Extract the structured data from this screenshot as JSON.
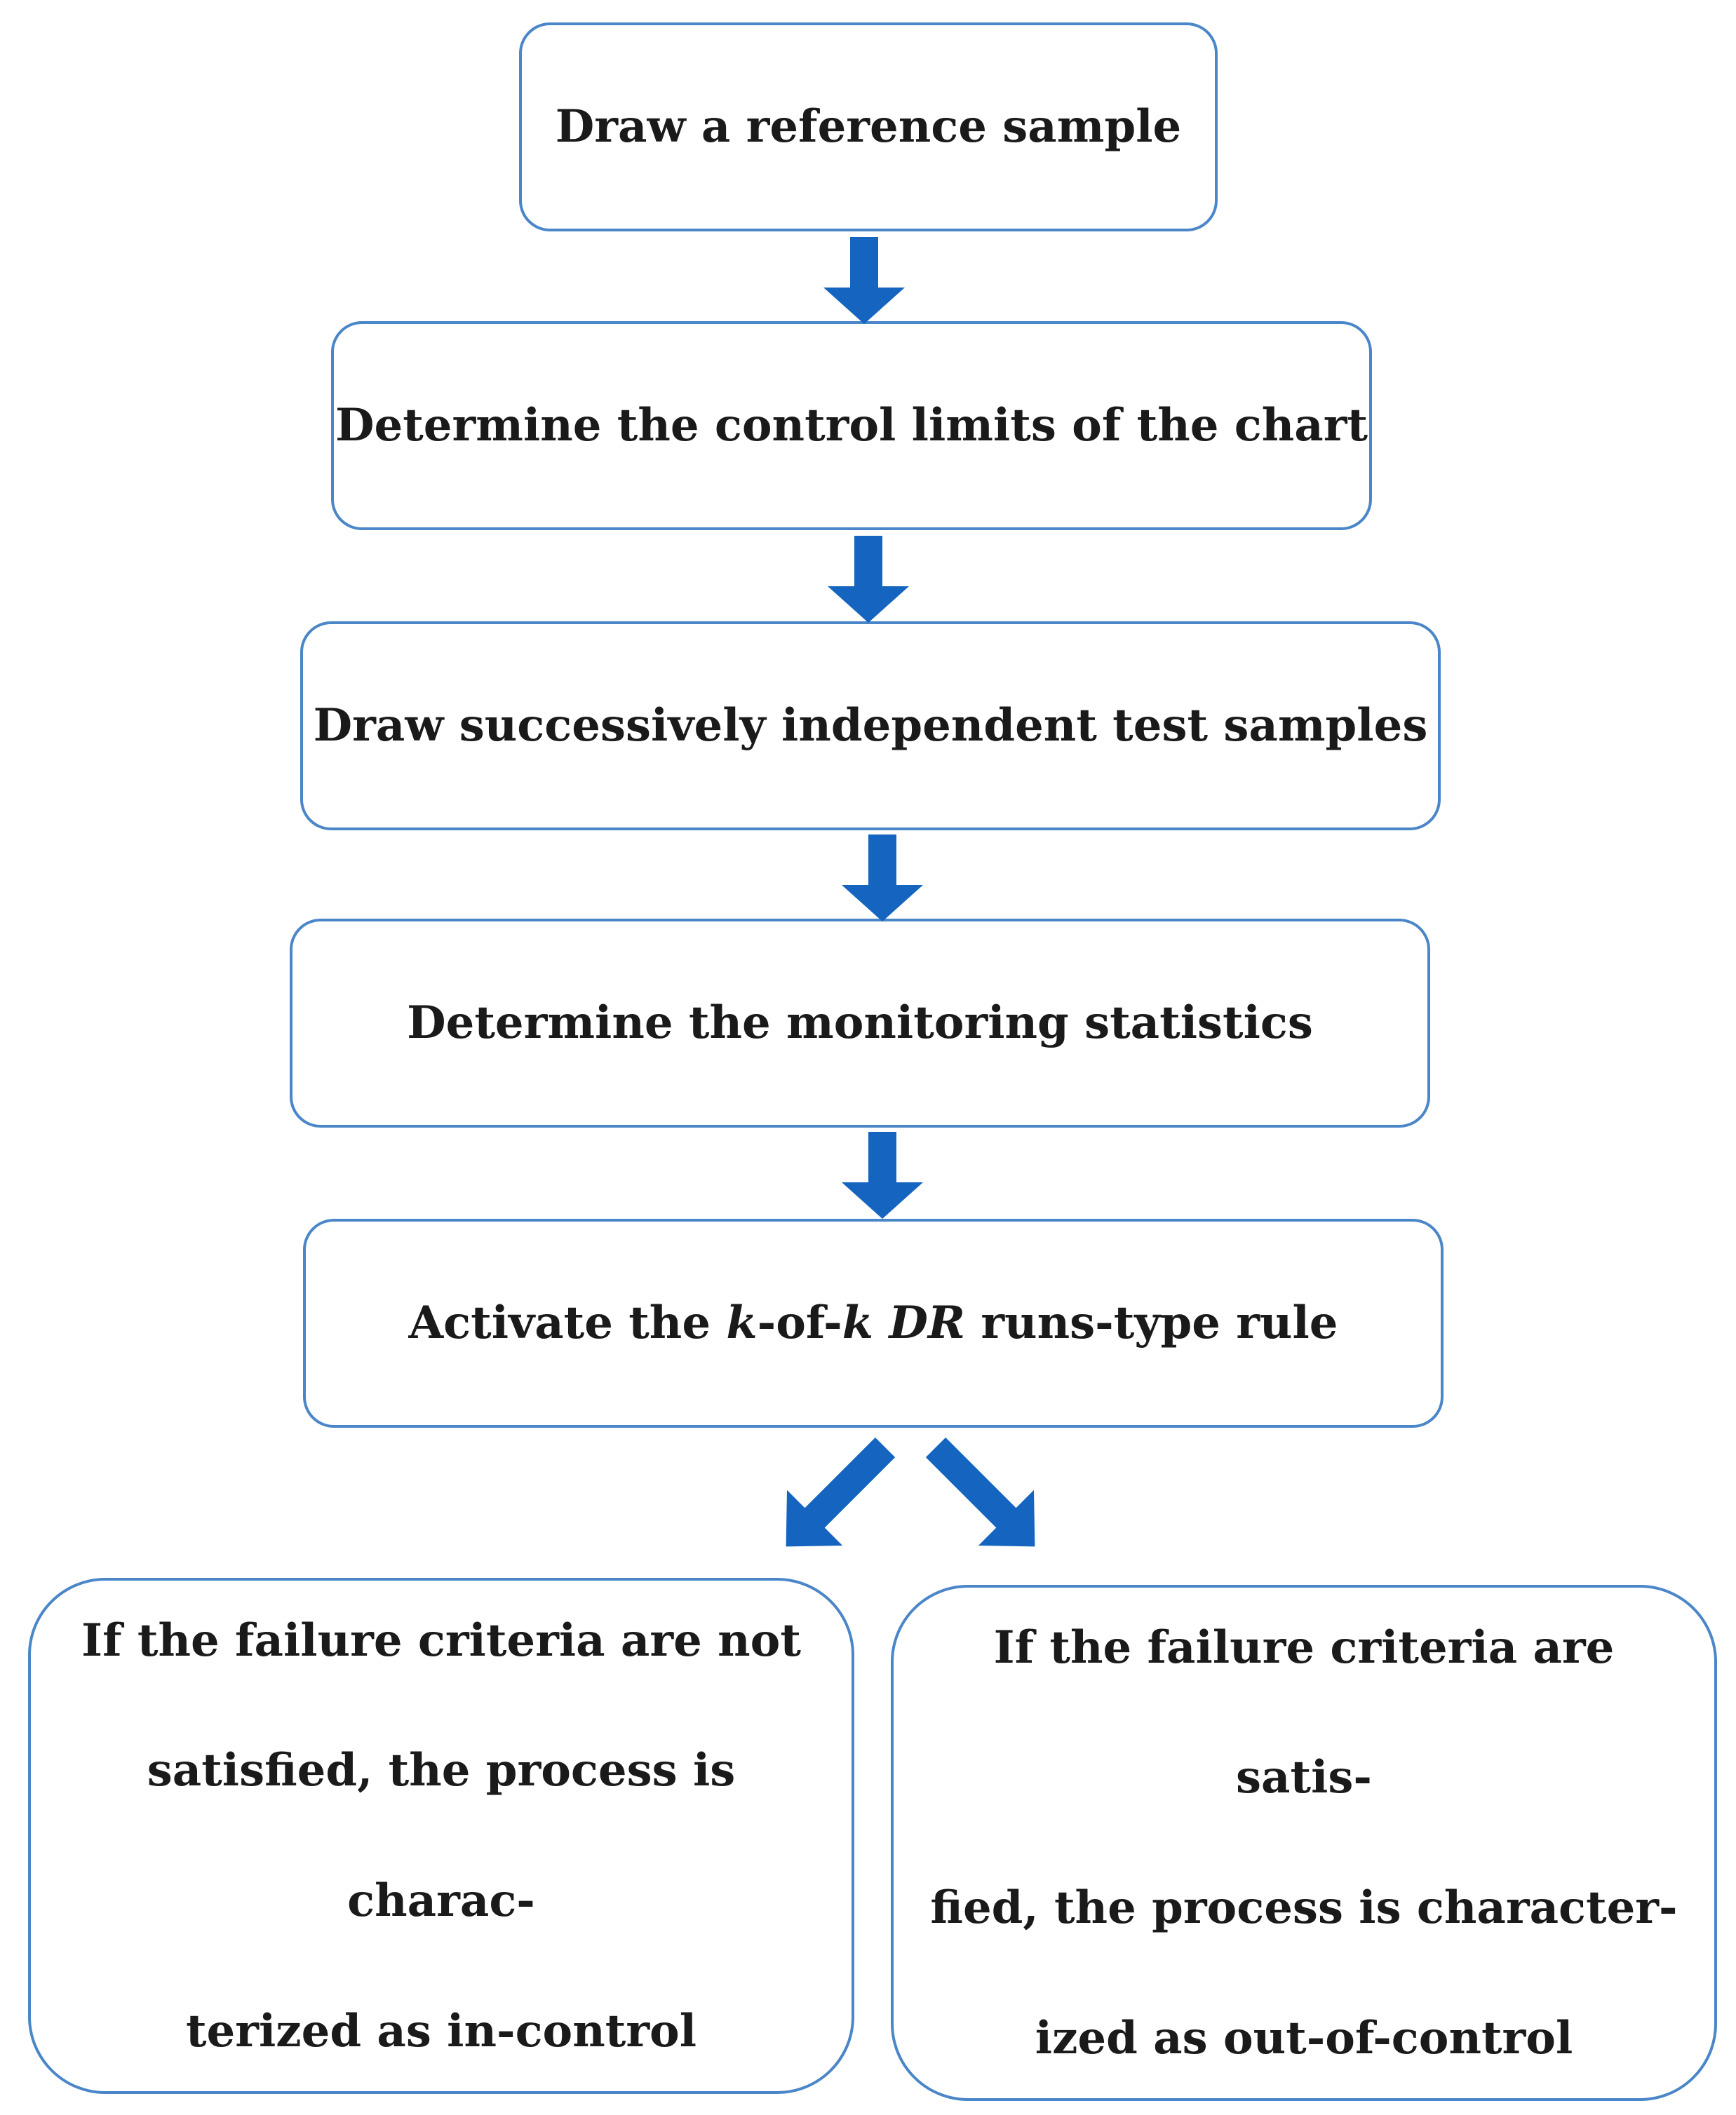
{
  "steps": [
    {
      "text": "Draw a reference sample"
    },
    {
      "text": "Determine the control limits of the chart"
    },
    {
      "text": "Draw successively independent test samples"
    },
    {
      "text": "Determine the monitoring statistics"
    },
    {
      "parts": [
        {
          "text": "Activate the "
        },
        {
          "text": "k",
          "italic": true
        },
        {
          "text": "-of-"
        },
        {
          "text": "k",
          "italic": true
        },
        {
          "text": " "
        },
        {
          "text": "DR",
          "italic": true
        },
        {
          "text": " runs-type rule"
        }
      ]
    }
  ],
  "outcomes": {
    "left": {
      "lines": [
        "If the failure criteria are not",
        "satisfied, the process is charac-",
        "terized as in-control"
      ]
    },
    "right": {
      "lines": [
        "If the failure criteria are satis-",
        "fied, the process is character-",
        "ized as out-of-control"
      ]
    }
  },
  "colors": {
    "box_border": "#4a86c8",
    "arrow": "#1565c0",
    "text": "#1a1a1a"
  }
}
